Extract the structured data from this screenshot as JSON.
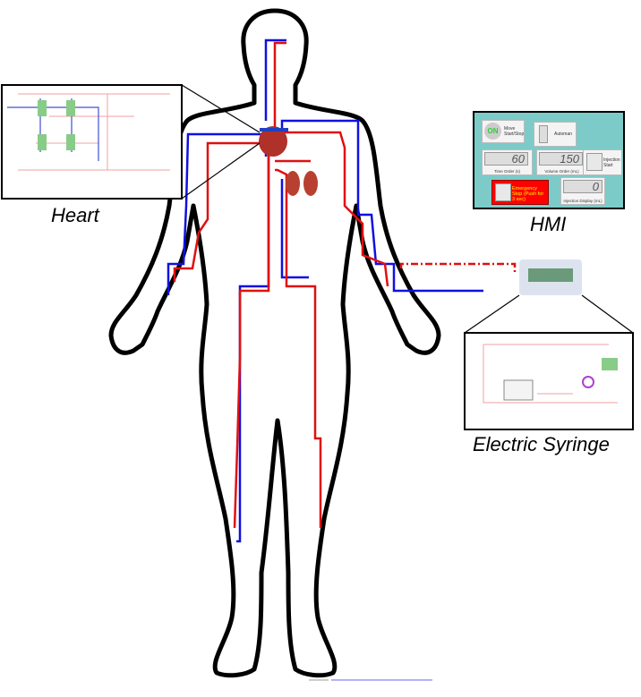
{
  "labels": {
    "heart": "Heart",
    "hmi": "HMI",
    "syringe": "Electric Syringe"
  },
  "hmi": {
    "on_button": "ON",
    "move_label": "Move Start/Stop",
    "automan_label": "Automan",
    "time_order_value": "60",
    "time_order_label": "Time Order (s)",
    "volume_order_value": "150",
    "volume_order_label": "Volume Order (mL)",
    "injection_start_label": "Injection Start",
    "emergency_label": "Emergency Stop (Push for 3 sec)",
    "injection_display_value": "0",
    "injection_display_label": "Injection Display (mL)"
  },
  "colors": {
    "artery": "#e01010",
    "vein": "#1010e0",
    "panel": "#7ccbc8",
    "emergency": "#ff0000"
  }
}
